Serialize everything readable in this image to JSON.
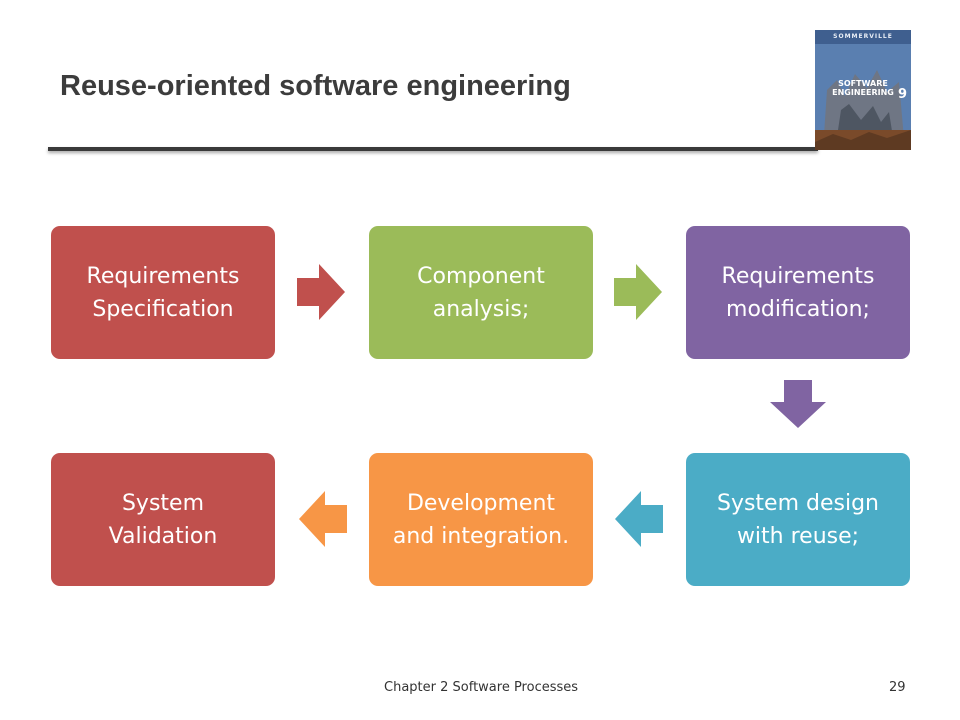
{
  "slide": {
    "title": "Reuse-oriented software engineering"
  },
  "book": {
    "author": "SOMMERVILLE",
    "title": "SOFTWARE ENGINEERING",
    "edition": "9",
    "colors": {
      "sky": "#5a7fb0",
      "building": "#6f7684",
      "ground": "#7a4a2a"
    }
  },
  "steps": [
    {
      "label": "Requirements Specification",
      "color": "#c0504d"
    },
    {
      "label": "Component analysis;",
      "color": "#9bbb59"
    },
    {
      "label": "Requirements modification;",
      "color": "#8064a2"
    },
    {
      "label": "System design with reuse;",
      "color": "#4bacc6"
    },
    {
      "label": "Development and integration.",
      "color": "#f79646"
    },
    {
      "label": "System Validation",
      "color": "#c0504d"
    }
  ],
  "arrows": [
    {
      "direction": "right",
      "color": "#c0504d"
    },
    {
      "direction": "right",
      "color": "#9bbb59"
    },
    {
      "direction": "down",
      "color": "#8064a2"
    },
    {
      "direction": "left",
      "color": "#4bacc6"
    },
    {
      "direction": "left",
      "color": "#f79646"
    }
  ],
  "footer": {
    "text": "Chapter 2 Software Processes",
    "page": "29"
  }
}
